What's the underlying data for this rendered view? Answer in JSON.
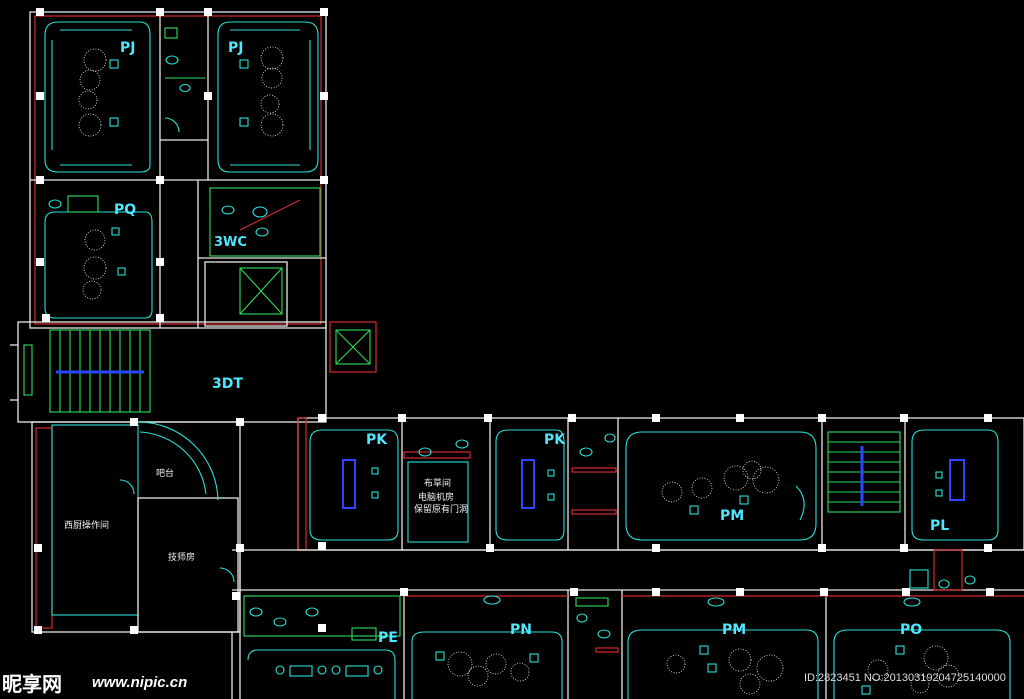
{
  "rooms": {
    "pj_left": "PJ",
    "pj_right": "PJ",
    "pq": "PQ",
    "wc3": "3WC",
    "dt3": "3DT",
    "pk_left": "PK",
    "pk_right": "PK",
    "pm_upper": "PM",
    "pl": "PL",
    "pe": "PE",
    "pn": "PN",
    "pm_lower": "PM",
    "po": "PO"
  },
  "chinese_labels": {
    "bar": "吧台",
    "western_kitchen": "西厨操作间",
    "technician_room": "技师房",
    "linen_room": "布草间",
    "computer_room": "电脑机房",
    "entry_note": "保留原有门洞"
  },
  "watermark": {
    "brand": "昵享网",
    "url": "www.nipic.cn",
    "id_text": "ID:2823451 NO:20130319204725140000"
  },
  "colors": {
    "background": "#000000",
    "wall": "#e8e8e8",
    "partition_red": "#d42a2a",
    "furniture_cyan": "#27e0d6",
    "stair_blue": "#2a46ff",
    "label_cyan": "#4fe6ff"
  }
}
